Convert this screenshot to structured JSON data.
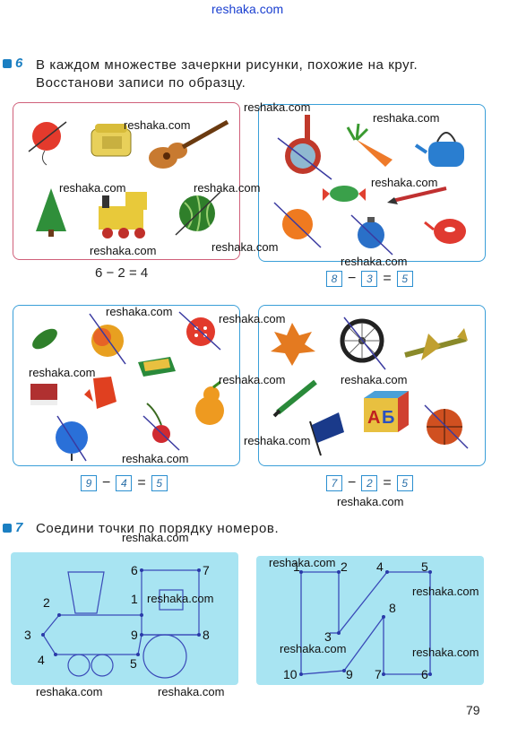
{
  "watermark": "reshaka.com",
  "task6": {
    "number": "6",
    "line1": "В каждом множестве зачеркни рисунки, похожие на круг.",
    "line2": "Восстанови записи по образцу.",
    "eq1": "6 − 2 = 4",
    "eq2": {
      "a": "8",
      "b": "3",
      "c": "5"
    },
    "eq3": {
      "a": "9",
      "b": "4",
      "c": "5"
    },
    "eq4": {
      "a": "7",
      "b": "2",
      "c": "5"
    },
    "minus": "−",
    "equals": "="
  },
  "task7": {
    "number": "7",
    "text": "Соедини точки по порядку номеров.",
    "train_points": [
      "1",
      "2",
      "3",
      "4",
      "5",
      "6",
      "7",
      "8",
      "9"
    ],
    "letter_points": [
      "1",
      "2",
      "3",
      "4",
      "5",
      "6",
      "7",
      "8",
      "9",
      "10"
    ]
  },
  "page_number": "79",
  "colors": {
    "accent": "#1b7fc2",
    "panel_red": "#d0607a",
    "panel_blue": "#3a9fd8",
    "dot_bg": "#a8e4f2"
  }
}
